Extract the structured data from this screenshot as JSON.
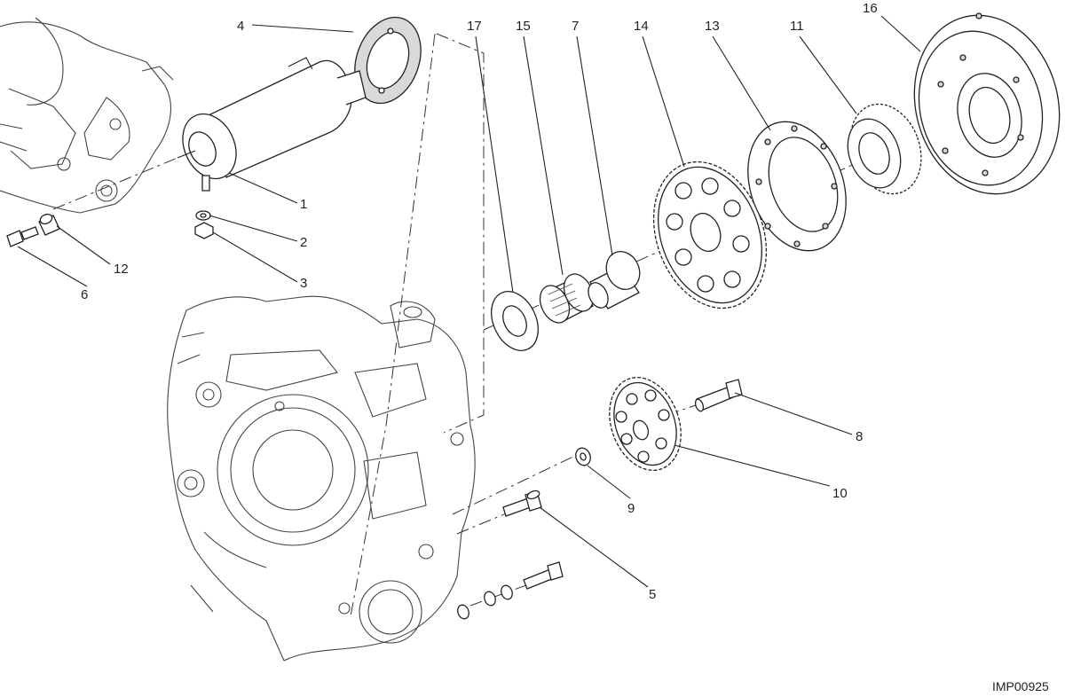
{
  "diagram": {
    "reference_code": "IMP00925",
    "callouts": [
      {
        "id": "c1",
        "label": "1"
      },
      {
        "id": "c2",
        "label": "2"
      },
      {
        "id": "c3",
        "label": "3"
      },
      {
        "id": "c4",
        "label": "4"
      },
      {
        "id": "c5",
        "label": "5"
      },
      {
        "id": "c6",
        "label": "6"
      },
      {
        "id": "c7",
        "label": "7"
      },
      {
        "id": "c8",
        "label": "8"
      },
      {
        "id": "c9",
        "label": "9"
      },
      {
        "id": "c10",
        "label": "10"
      },
      {
        "id": "c11",
        "label": "11"
      },
      {
        "id": "c12",
        "label": "12"
      },
      {
        "id": "c13",
        "label": "13"
      },
      {
        "id": "c14",
        "label": "14"
      },
      {
        "id": "c15",
        "label": "15"
      },
      {
        "id": "c16",
        "label": "16"
      },
      {
        "id": "c17",
        "label": "17"
      }
    ]
  }
}
